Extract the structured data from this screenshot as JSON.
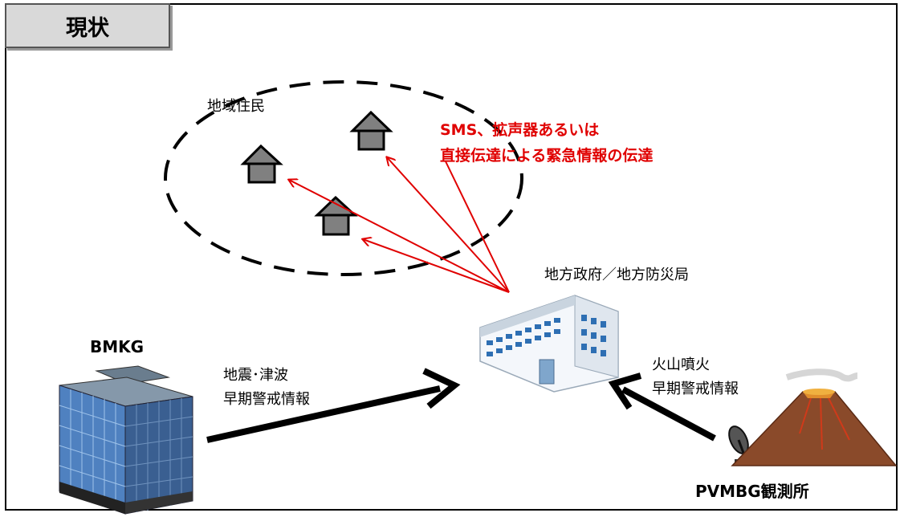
{
  "title": "現状",
  "labels": {
    "residents": "地域住民",
    "dissemination_line1": "SMS、拡声器あるいは",
    "dissemination_line2": "直接伝達による緊急情報の伝達",
    "local_government": "地方政府／地方防災局",
    "bmkg": "BMKG",
    "quake_line1": "地震･津波",
    "quake_line2": "早期警戒情報",
    "volcano_line1": "火山噴火",
    "volcano_line2": "早期警戒情報",
    "pvmbg": "PVMBG観測所"
  },
  "colors": {
    "red_arrow": "#e00000",
    "black_arrow": "#000000",
    "house_fill": "#808080",
    "title_tab": "#d9d9d9"
  }
}
